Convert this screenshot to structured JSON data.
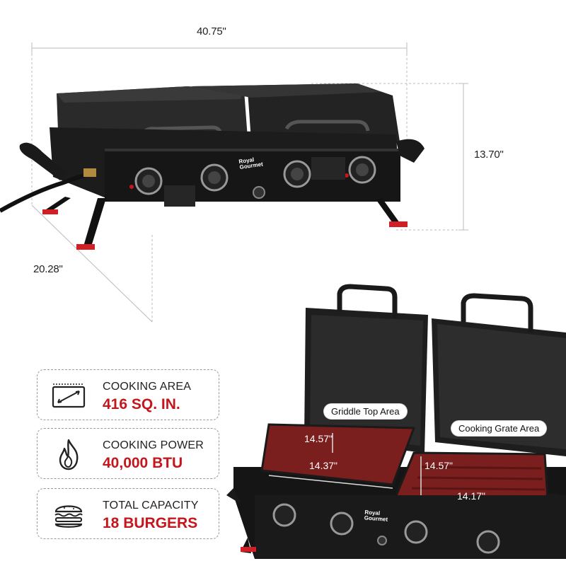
{
  "dimensions": {
    "width": "40.75\"",
    "height": "13.70\"",
    "depth": "20.28\""
  },
  "brand": {
    "line1": "Royal",
    "line2": "Gourmet"
  },
  "specs": [
    {
      "label": "COOKING AREA",
      "value": "416 SQ. IN.",
      "icon": "grill-area-icon"
    },
    {
      "label": "COOKING POWER",
      "value": "40,000 BTU",
      "icon": "flame-icon"
    },
    {
      "label": "TOTAL CAPACITY",
      "value": "18 BURGERS",
      "icon": "burger-icon"
    }
  ],
  "callouts": {
    "griddle": "Griddle Top Area",
    "grate": "Cooking Grate Area"
  },
  "measurements": {
    "griddle_depth": "14.57\"",
    "griddle_width": "14.37\"",
    "grate_depth": "14.57\"",
    "grate_width": "14.17\""
  },
  "colors": {
    "accent": "#c4161c",
    "cooking_surface": "#7a1e1e"
  }
}
